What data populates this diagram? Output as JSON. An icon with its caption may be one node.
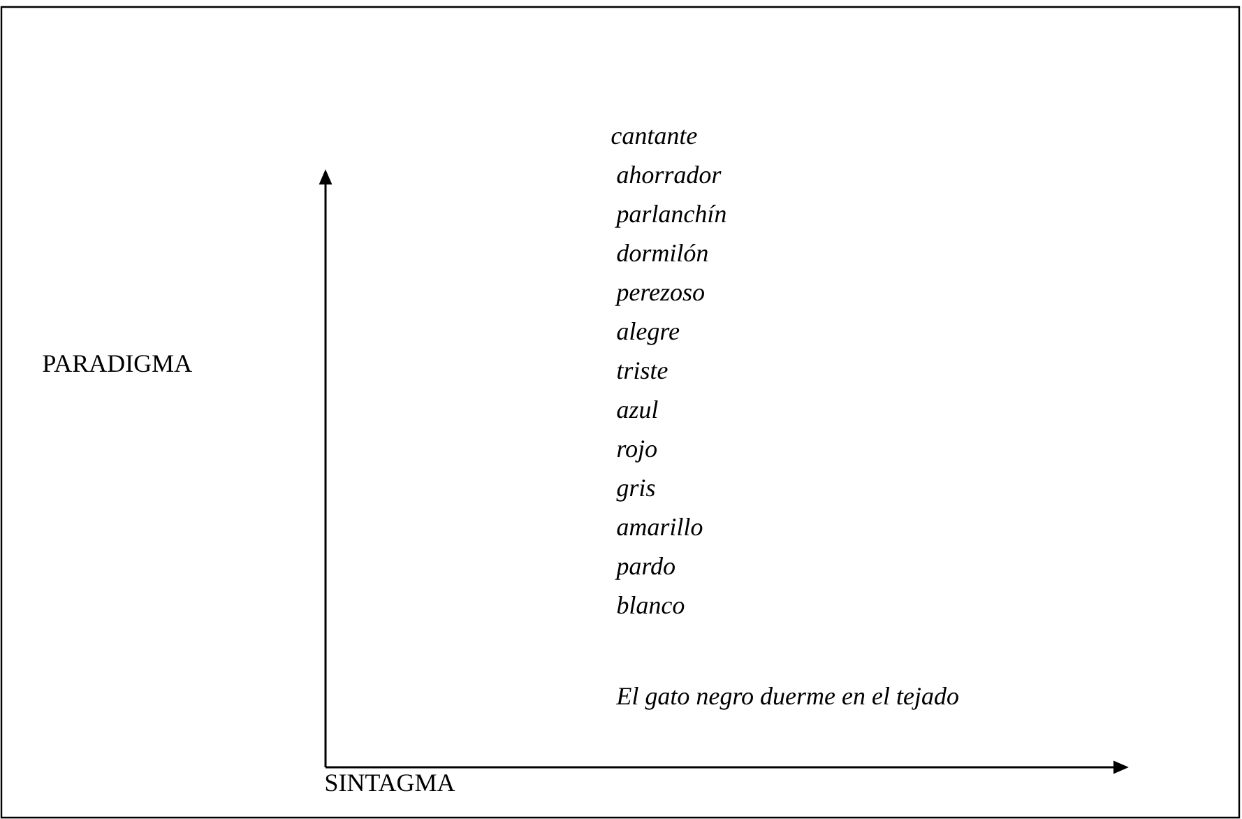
{
  "diagram": {
    "labels": [
      "cantante",
      "ahorrador",
      "parlanchín",
      "dormilón",
      "perezoso",
      "alegre",
      "triste",
      "azul",
      "rojo",
      "gris",
      "amarillo",
      "pardo",
      "blanco",
      "PARADIGMA",
      "El gato negro duerme en el tejado",
      "SINTAGMA"
    ]
  }
}
